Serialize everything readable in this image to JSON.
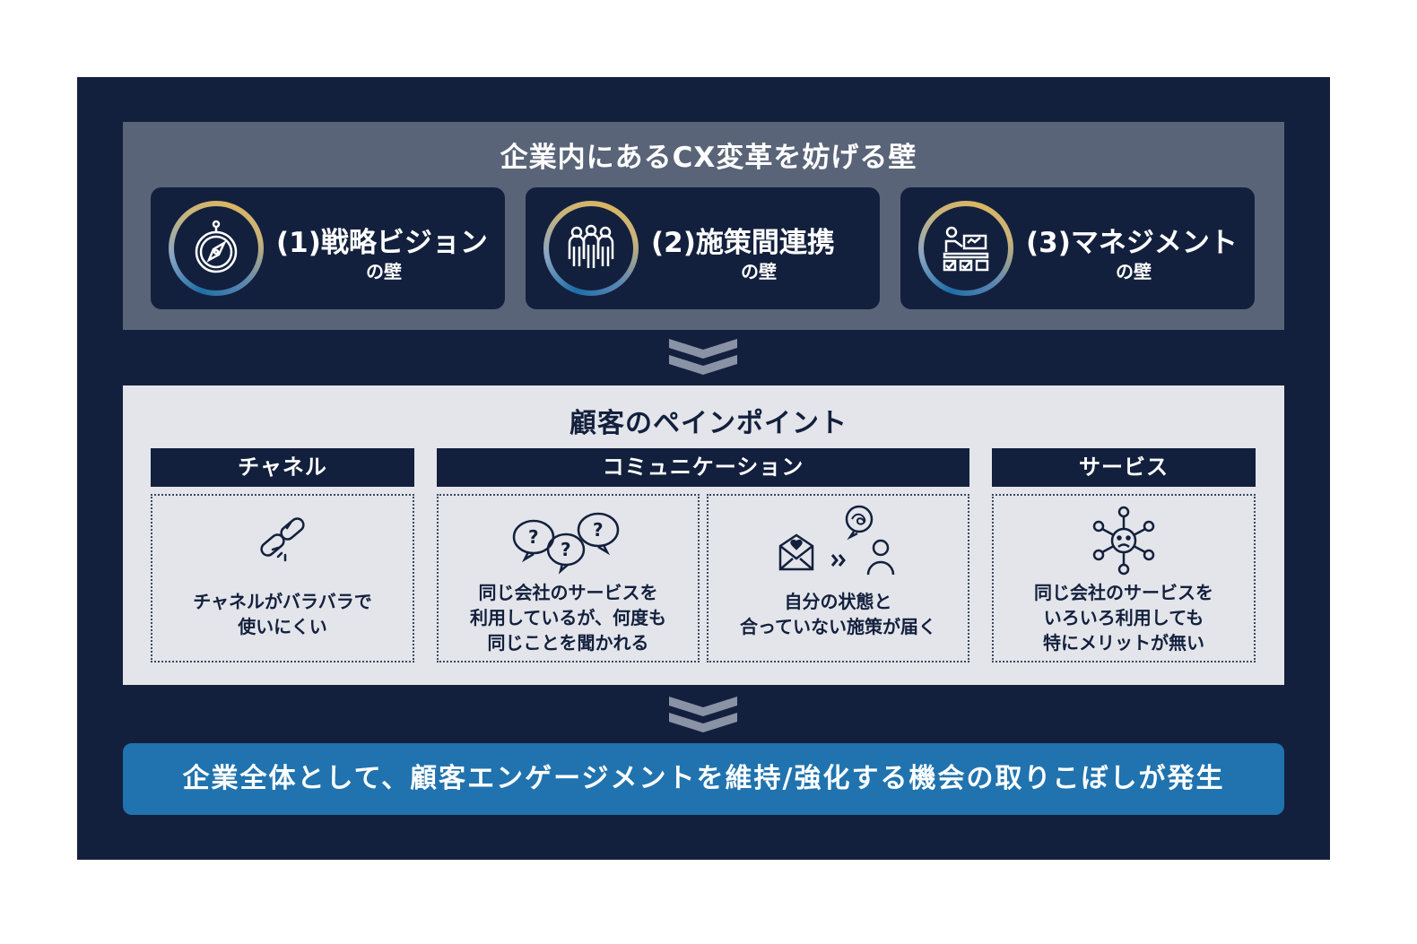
{
  "walls": {
    "title": "企業内にあるCX変革を妨げる壁",
    "items": [
      {
        "title": "(1)戦略ビジョン",
        "sub": "の壁",
        "icon": "compass-icon"
      },
      {
        "title": "(2)施策間連携",
        "sub": "の壁",
        "icon": "team-icon"
      },
      {
        "title": "(3)マネジメント",
        "sub": "の壁",
        "icon": "checklist-worker-icon"
      }
    ]
  },
  "pain": {
    "title": "顧客のペインポイント",
    "categories": [
      "チャネル",
      "コミュニケーション",
      "サービス"
    ],
    "boxes": [
      {
        "icon": "broken-link-icon",
        "lines": [
          "チャネルがバラバラで",
          "使いにくい"
        ]
      },
      {
        "icon": "question-bubbles-icon",
        "lines": [
          "同じ会社のサービスを",
          "利用しているが、何度も",
          "同じことを聞かれる"
        ]
      },
      {
        "icon": "mail-to-person-icon",
        "lines": [
          "自分の状態と",
          "合っていない施策が届く"
        ]
      },
      {
        "icon": "sad-network-icon",
        "lines": [
          "同じ会社のサービスを",
          "いろいろ利用しても",
          "特にメリットが無い"
        ]
      }
    ]
  },
  "result": "企業全体として、顧客エンゲージメントを維持/強化する機会の取りこぼしが発生",
  "colors": {
    "navy": "#13203d",
    "slate": "#5a6478",
    "light": "#e3e5ea",
    "blue": "#2073ae",
    "gold": "#d9b661"
  }
}
